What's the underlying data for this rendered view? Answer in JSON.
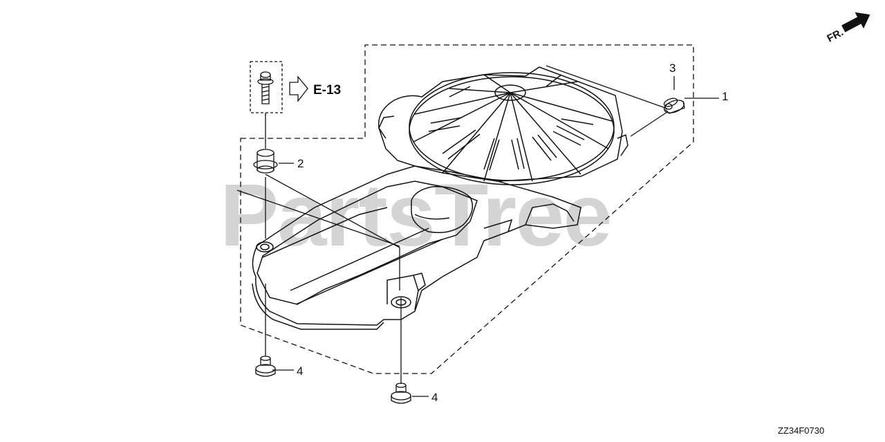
{
  "diagram": {
    "watermark": "PartsTree",
    "ref_arrow_label": "E-13",
    "front_arrow_label": "FR.",
    "drawing_code": "ZZ34F0730",
    "callouts": [
      {
        "id": "c1",
        "text": "1"
      },
      {
        "id": "c2",
        "text": "2"
      },
      {
        "id": "c3",
        "text": "3"
      },
      {
        "id": "c4a",
        "text": "4"
      },
      {
        "id": "c4b",
        "text": "4"
      }
    ]
  }
}
